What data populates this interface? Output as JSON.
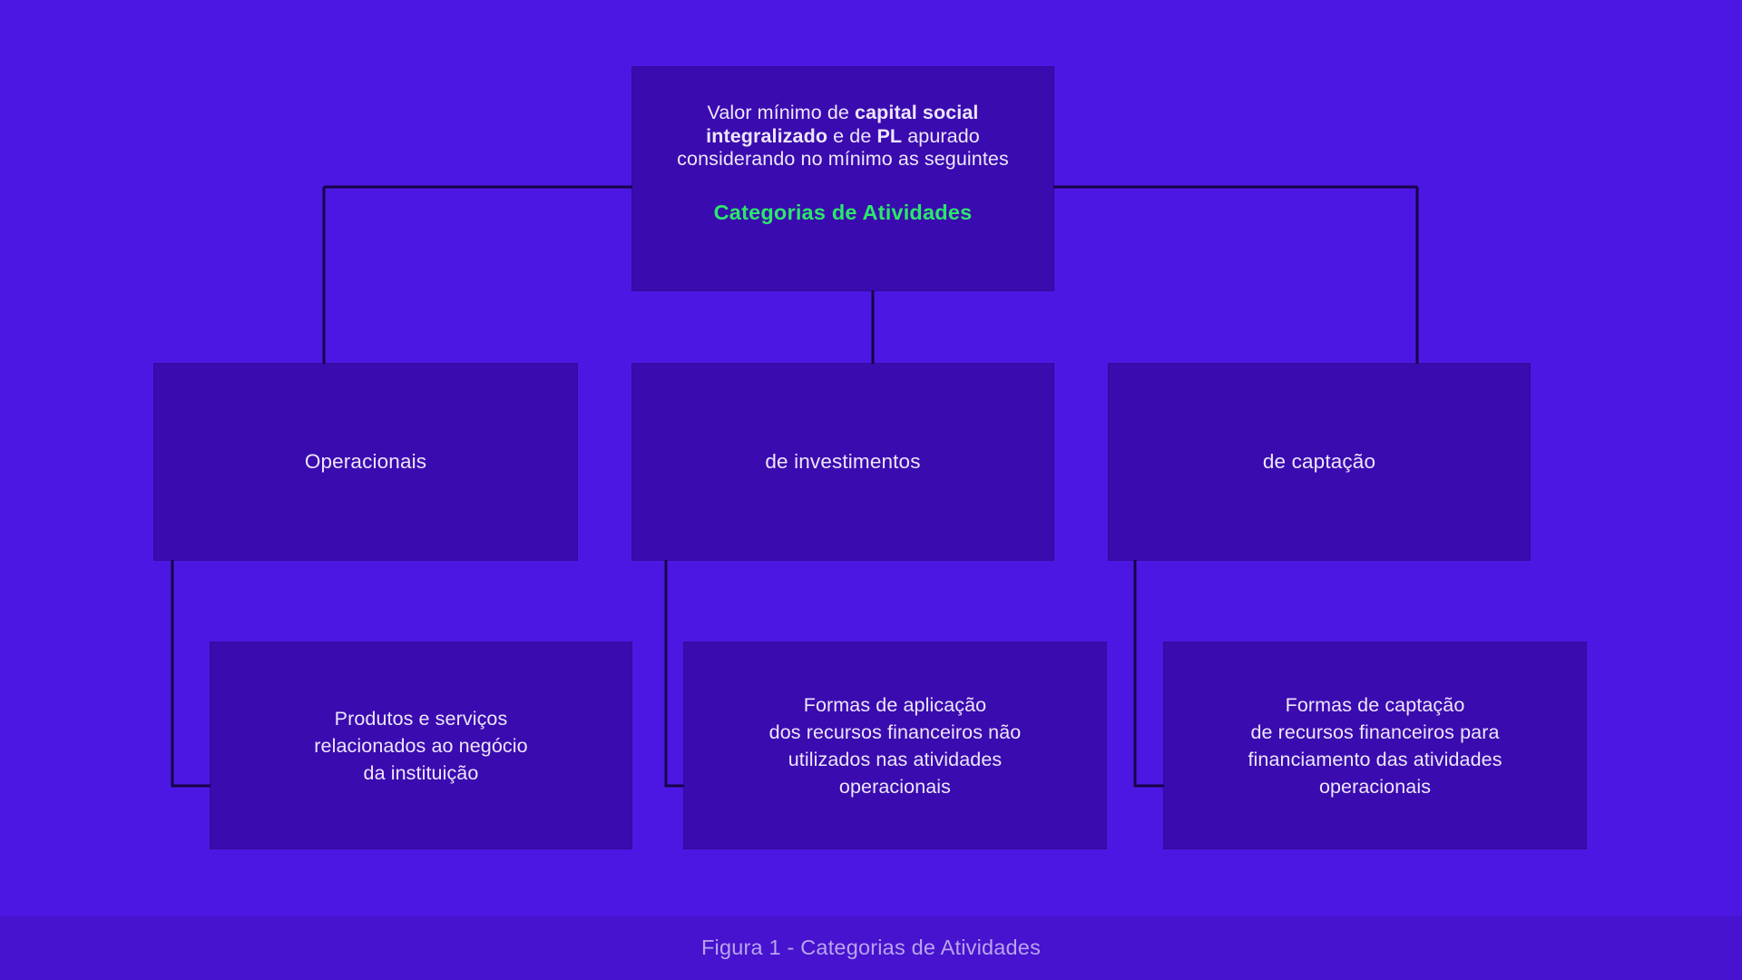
{
  "theme": {
    "background": "#4D17E3",
    "node_fill": "#3A0BAF",
    "connector": "#160444",
    "text": "#EDE6FB",
    "accent_green": "#2BE86A",
    "caption_bar": "#4713CF",
    "caption_text": "#B9A4EE"
  },
  "root": {
    "paragraph_prefix": "Valor mínimo de ",
    "paragraph_bold_1": "capital social integralizado",
    "paragraph_mid": " e de ",
    "paragraph_bold_2": "PL",
    "paragraph_suffix": " apurado considerando no mínimo as seguintes",
    "paragraph_plain": "Valor mínimo de capital social integralizado e de PL apurado considerando no mínimo as seguintes",
    "heading": "Categorias de Atividades"
  },
  "categories": [
    {
      "id": "operacionais",
      "label": "Operacionais",
      "detail": "Produtos e serviços\nrelacionados ao negócio\nda instituição"
    },
    {
      "id": "investimentos",
      "label": "de investimentos",
      "detail": "Formas de aplicação\ndos recursos financeiros não\nutilizados nas atividades\noperacionais"
    },
    {
      "id": "captacao",
      "label": "de captação",
      "detail": "Formas de captação\nde recursos financeiros para\nfinanciamento das atividades\noperacionais"
    }
  ],
  "caption": {
    "text": "Figura 1 - Categorias de Atividades"
  }
}
